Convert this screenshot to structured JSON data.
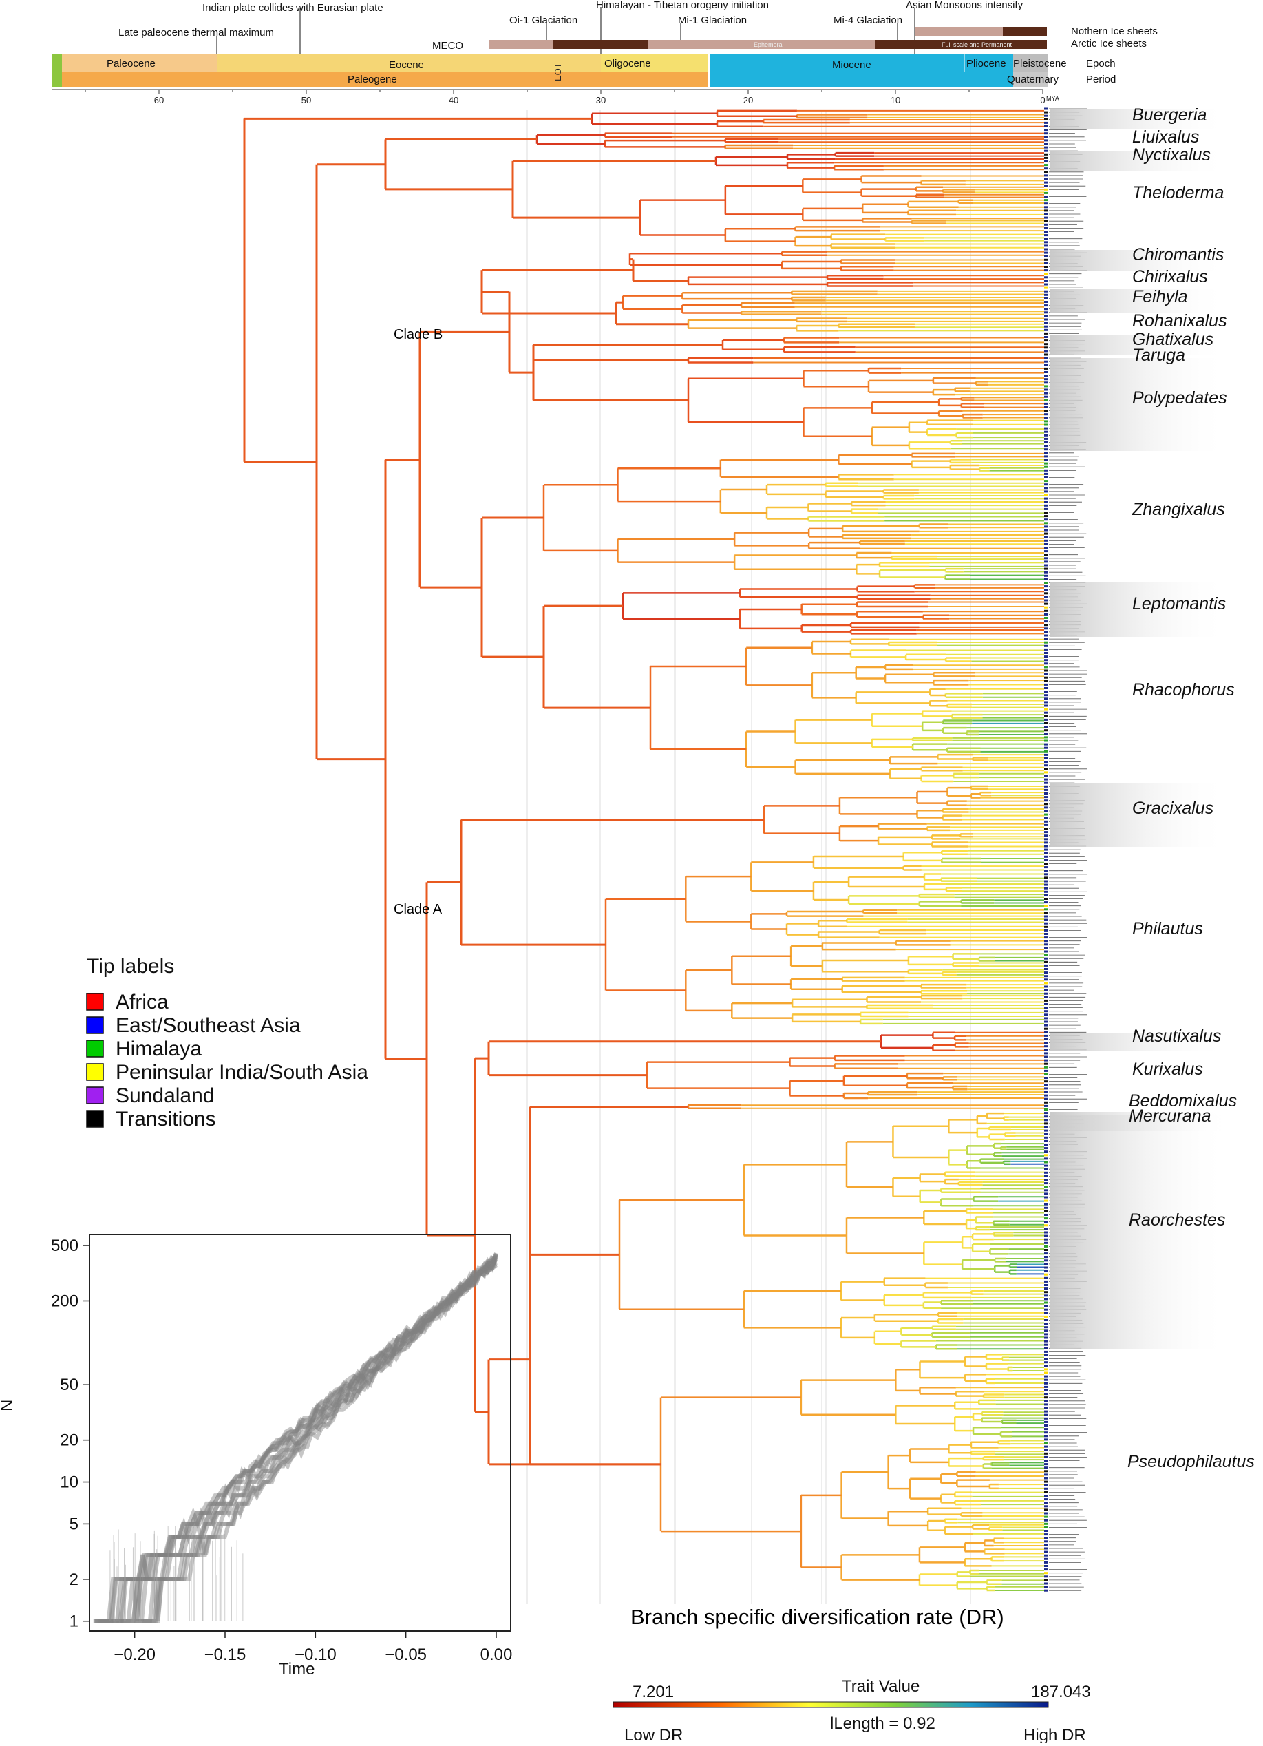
{
  "timescale": {
    "events": [
      "Indian plate collides with Eurasian plate",
      "Late paleocene thermal maximum",
      "Himalayan - Tibetan orogeny initiation",
      "Oi-1 Glaciation",
      "Mi-1 Glaciation",
      "Mi-4 Glaciation",
      "Asian Monsoons intensify"
    ],
    "ice": {
      "meco": "MECO",
      "northern": "Nothern Ice sheets",
      "arctic": "Arctic Ice sheets",
      "ephemeral": "Ephemeral",
      "permanent": "Full scale and Permanent"
    },
    "epochs": [
      "Paleocene",
      "Eocene",
      "Oligocene",
      "Miocene",
      "Pliocene",
      "Pleistocene"
    ],
    "periods": [
      "Paleogene",
      "Quaternary"
    ],
    "eot": "EOT",
    "row_labels": {
      "epoch": "Epoch",
      "period": "Period"
    },
    "ticks": [
      "60",
      "50",
      "40",
      "30",
      "20",
      "10",
      "0"
    ],
    "unit": "MYA",
    "colors": {
      "paleocene": "#f6c98a",
      "eocene": "#f5d675",
      "oligocene": "#f5e06f",
      "miocene": "#1fb3dd",
      "pliocene": "#1fb3dd",
      "pleistocene": "#bdbdbd",
      "paleogene": "#f5a94a",
      "quaternary": "#c8c8c8",
      "green": "#8cc63f",
      "ice_light": "#c7a196",
      "ice_dark": "#5a2a18"
    }
  },
  "tree": {
    "clade_labels": [
      "Clade B",
      "Clade A"
    ],
    "genera": [
      "Buergeria",
      "Liuixalus",
      "Nyctixalus",
      "Theloderma",
      "Chiromantis",
      "Chirixalus",
      "Feihyla",
      "Rohanixalus",
      "Ghatixalus",
      "Taruga",
      "Polypedates",
      "Zhangixalus",
      "Leptomantis",
      "Rhacophorus",
      "Gracixalus",
      "Philautus",
      "Nasutixalus",
      "Kurixalus",
      "Beddomixalus",
      "Mercurana",
      "Raorchestes",
      "Pseudophilautus"
    ]
  },
  "legend": {
    "title": "Tip labels",
    "items": [
      {
        "label": "Africa",
        "color": "#ff0000"
      },
      {
        "label": "East/Southeast Asia",
        "color": "#0000ff"
      },
      {
        "label": "Himalaya",
        "color": "#00cc00"
      },
      {
        "label": "Peninsular India/South Asia",
        "color": "#ffff00"
      },
      {
        "label": "Sundaland",
        "color": "#a020f0"
      },
      {
        "label": "Transitions",
        "color": "#000000"
      }
    ]
  },
  "ltt_plot": {
    "y_label": "N",
    "x_label": "Time",
    "y_ticks": [
      "500",
      "200",
      "50",
      "20",
      "10",
      "5",
      "2",
      "1"
    ],
    "x_ticks": [
      "−0.20",
      "−0.15",
      "−0.10",
      "−0.05",
      "0.00"
    ]
  },
  "dr_bar": {
    "title": "Branch specific diversification rate (DR)",
    "min": "7.201",
    "max": "187.043",
    "trait": "Trait Value",
    "length": "lLength = 0.92",
    "low": "Low DR",
    "high": "High DR"
  }
}
